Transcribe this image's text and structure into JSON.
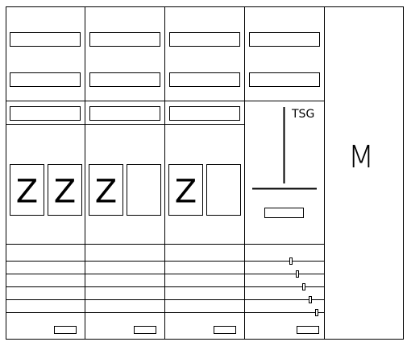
{
  "meter_cells": [
    "Z",
    "Z",
    "Z",
    "",
    "Z",
    ""
  ],
  "tsg_label": "TSG",
  "main_label": "M"
}
